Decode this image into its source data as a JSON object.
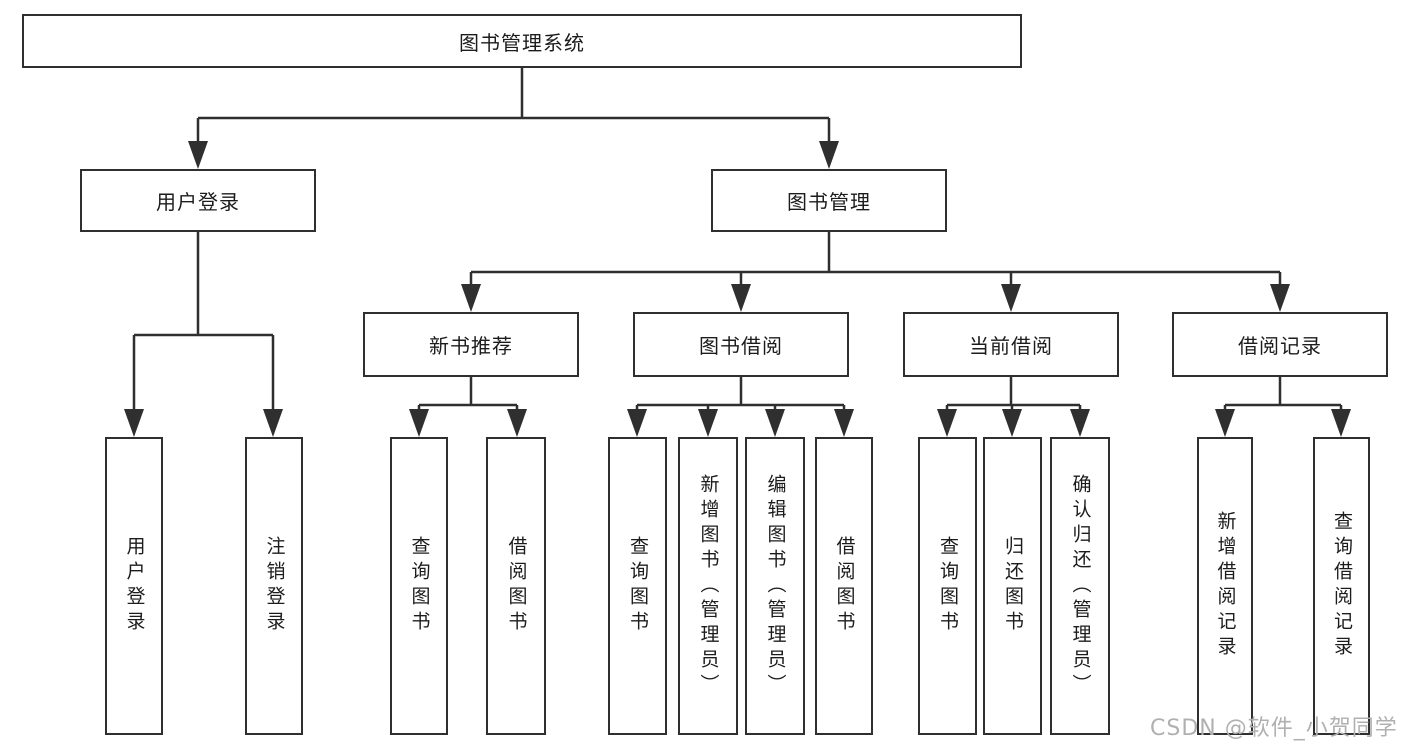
{
  "diagram": {
    "root": "图书管理系统",
    "level1": {
      "user_login": "用户登录",
      "book_mgmt": "图书管理"
    },
    "level2": {
      "new_book": "新书推荐",
      "book_borrow": "图书借阅",
      "current_borrow": "当前借阅",
      "borrow_record": "借阅记录"
    },
    "leaves": {
      "login": "用户登录",
      "logout": "注销登录",
      "nb_query": "查询图书",
      "nb_borrow": "借阅图书",
      "bb_query": "查询图书",
      "bb_add": "新增图书（管理员）",
      "bb_edit": "编辑图书（管理员）",
      "bb_borrow": "借阅图书",
      "cb_query": "查询图书",
      "cb_return": "归还图书",
      "cb_confirm": "确认归还（管理员）",
      "br_add": "新增借阅记录",
      "br_query": "查询借阅记录"
    }
  },
  "watermark": "CSDN @软件_小贺同学",
  "colors": {
    "line": "#2f2f2f",
    "text": "#1c1c1c",
    "watermark": "#b0b0b0"
  }
}
